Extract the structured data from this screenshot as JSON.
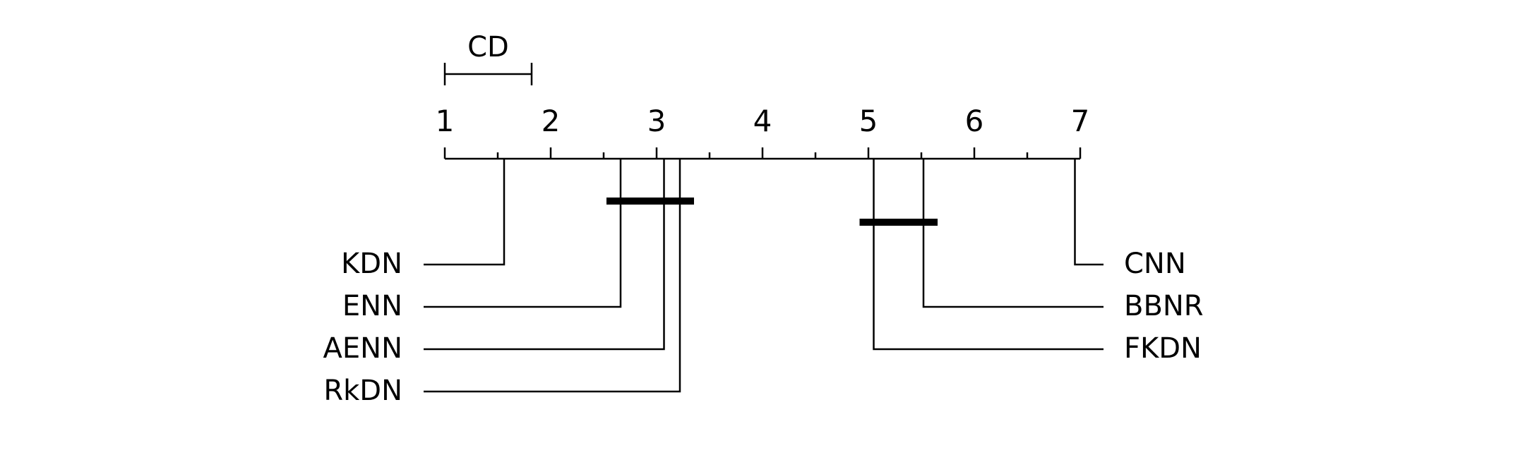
{
  "chart_data": {
    "type": "critical-difference-diagram",
    "axis": {
      "min": 1,
      "max": 7,
      "major_ticks": [
        1,
        2,
        3,
        4,
        5,
        6,
        7
      ],
      "minor_ticks": [
        1.5,
        2.5,
        3.5,
        4.5,
        5.5,
        6.5
      ],
      "tick_labels": [
        "1",
        "2",
        "3",
        "4",
        "5",
        "6",
        "7"
      ]
    },
    "critical_difference": {
      "label": "CD",
      "value": 0.82
    },
    "methods": [
      {
        "name": "KDN",
        "rank": 1.56,
        "side": "left"
      },
      {
        "name": "ENN",
        "rank": 2.66,
        "side": "left"
      },
      {
        "name": "AENN",
        "rank": 3.07,
        "side": "left"
      },
      {
        "name": "RkDN",
        "rank": 3.22,
        "side": "left"
      },
      {
        "name": "CNN",
        "rank": 6.95,
        "side": "right"
      },
      {
        "name": "BBNR",
        "rank": 5.52,
        "side": "right"
      },
      {
        "name": "FKDN",
        "rank": 5.05,
        "side": "right"
      }
    ],
    "cliques": [
      {
        "from": 2.66,
        "to": 3.22
      },
      {
        "from": 5.05,
        "to": 5.52
      }
    ]
  }
}
